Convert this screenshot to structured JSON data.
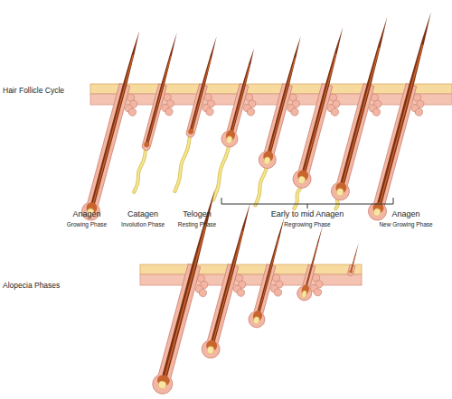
{
  "diagram": {
    "labels": [
      "Hair Follicle Cycle",
      "Anagen",
      "Growing Phase",
      "Catagen",
      "Involution Phase",
      "Telogen",
      "Resting Phase",
      "Early to mid Anagen",
      "Regrowing Phase",
      "Anagen",
      "New Growing Phase",
      "Alopecia Phases"
    ]
  }
}
